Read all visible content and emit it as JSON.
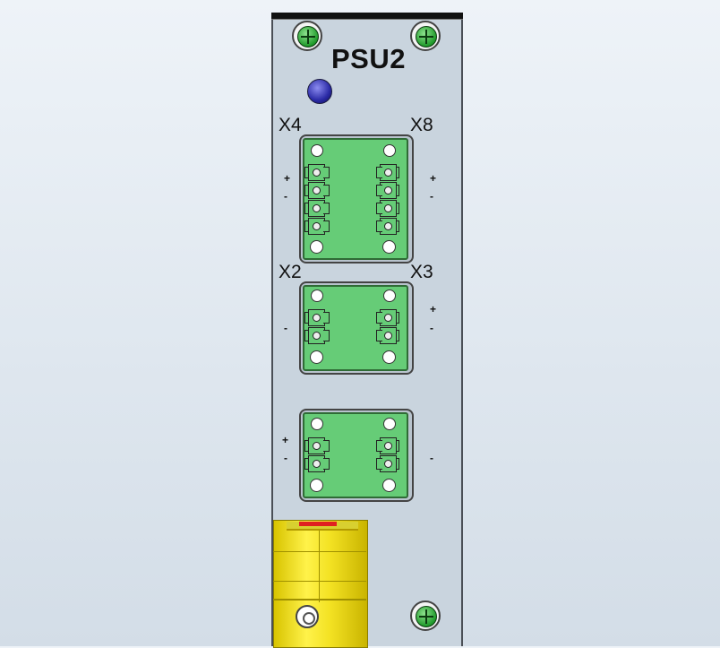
{
  "module": {
    "title": "PSU2"
  },
  "connector_labels": {
    "x4": "X4",
    "x8": "X8",
    "x2": "X2",
    "x3": "X3"
  },
  "signs": {
    "g1_left_a": "+",
    "g1_left_b": "-",
    "g1_right_a": "+",
    "g1_right_b": "-",
    "g2_left": "-",
    "g2_right_a": "+",
    "g2_right_b": "-",
    "g3_left_a": "+",
    "g3_left_b": "-",
    "g3_right": "-"
  },
  "colors": {
    "panel": "#c9d4de",
    "connector": "#66cc77",
    "fuse": "#fff24a",
    "screw": "#1f9a2a",
    "led": "#2a2aa5"
  },
  "icons": [
    "screw-icon",
    "led-indicator-icon",
    "terminal-icon",
    "fuse-holder-icon"
  ]
}
